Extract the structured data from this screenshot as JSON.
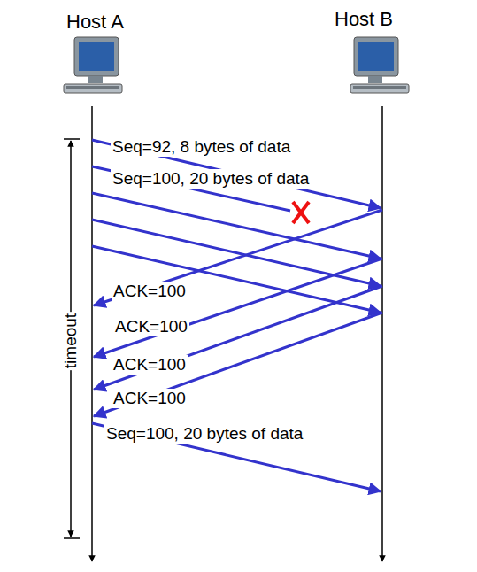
{
  "diagram": {
    "labels": [
      "Host A",
      "Host B",
      "Seq=92, 8 bytes of data",
      "Seq=100, 20 bytes of data",
      "ACK=100",
      "ACK=100",
      "ACK=100",
      "ACK=100",
      "Seq=100, 20 bytes of data",
      "timeout"
    ]
  }
}
